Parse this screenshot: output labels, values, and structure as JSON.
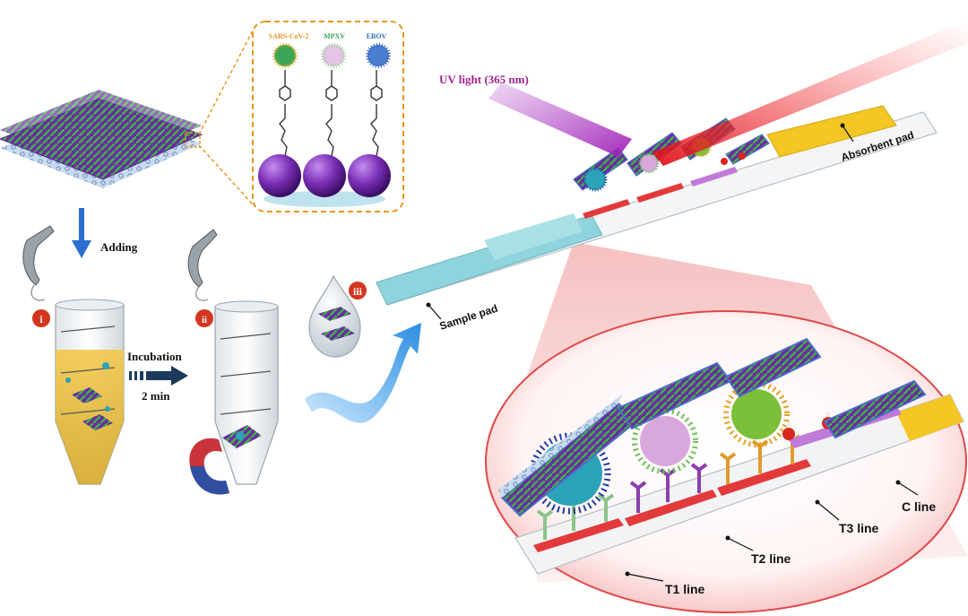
{
  "labels": {
    "virus_sars": "SARS-CoV-2",
    "virus_mpxv": "MPXV",
    "virus_ebov": "EBOV",
    "adding": "Adding",
    "incubation": "Incubation",
    "incubation_time": "2 min",
    "uv_light": "UV light (365 nm)",
    "absorbent_pad": "Absorbent pad",
    "sample_pad": "Sample pad",
    "t1_line": "T1 line",
    "t2_line": "T2 line",
    "t3_line": "T3 line",
    "c_line": "C line"
  },
  "steps": [
    "i",
    "ii",
    "iii"
  ],
  "colors": {
    "sars": "#e8a21a",
    "mpxv": "#3aa655",
    "ebov": "#2f6fc0",
    "step_badge": "#d2361e",
    "test_line": "#e23a3a",
    "sample_pad": "#8fd3dc",
    "absorbent_pad": "#f3c623",
    "nanosheet_purple": "#6a2ca0",
    "nanosheet_green": "#3fb14a"
  }
}
